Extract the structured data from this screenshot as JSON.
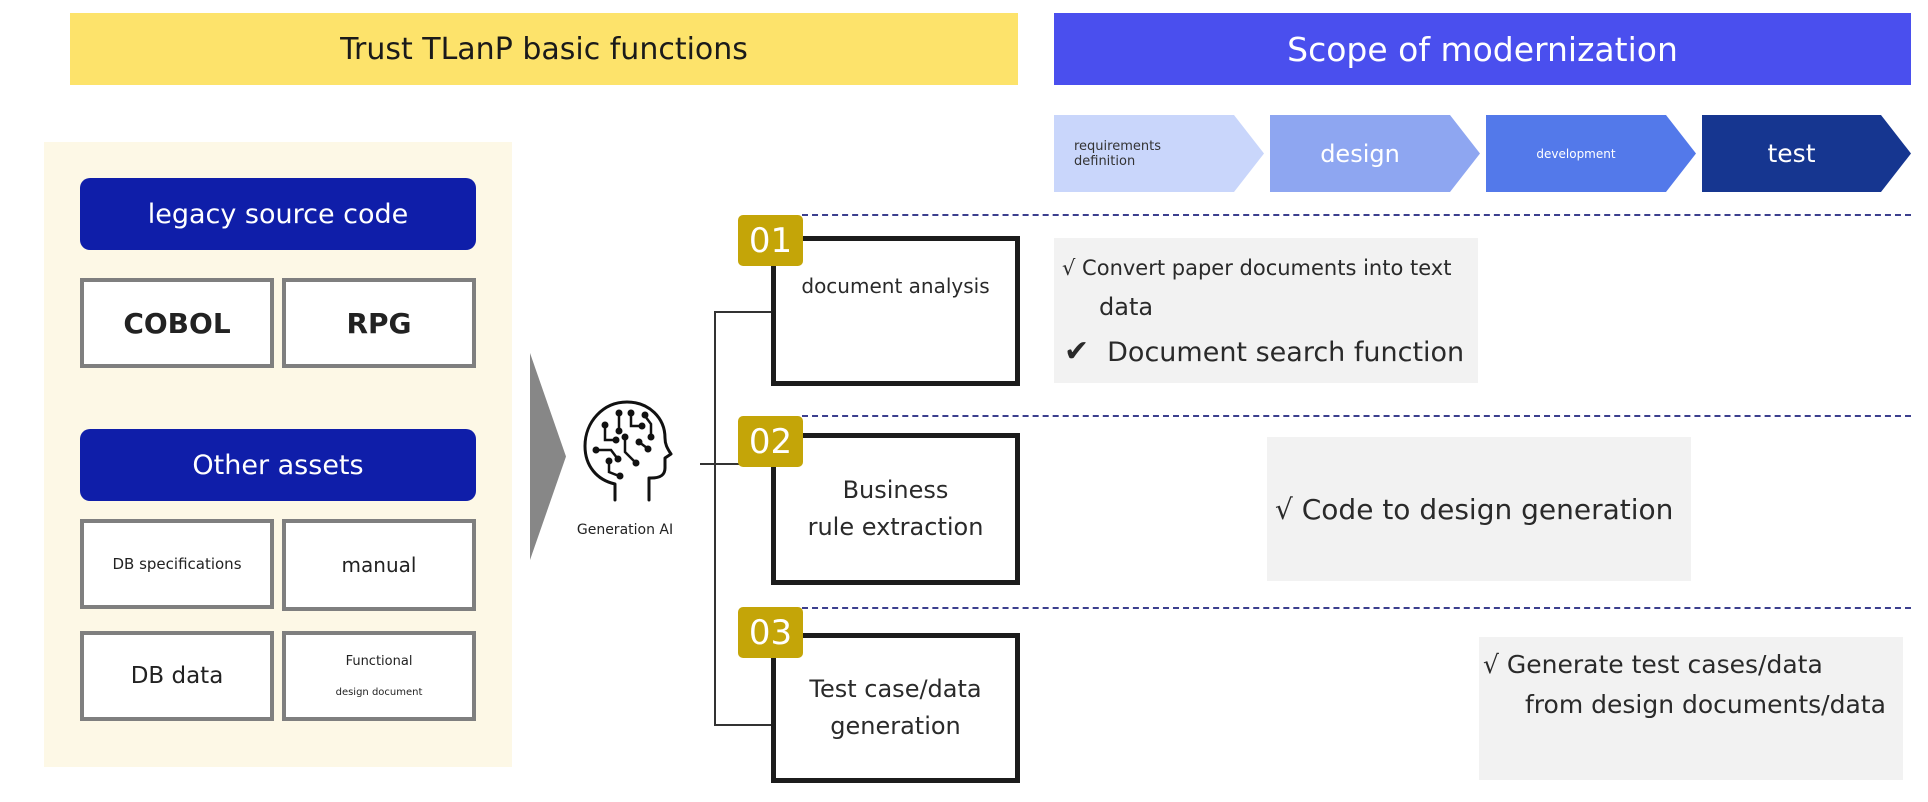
{
  "header": {
    "left_title": "Trust TLanP basic functions",
    "right_title": "Scope of modernization"
  },
  "phases": [
    "requirements definition",
    "design",
    "development",
    "test"
  ],
  "left_panel": {
    "group1_title": "legacy source code",
    "group1_items": [
      "COBOL",
      "RPG"
    ],
    "group2_title": "Other assets",
    "group2_items": [
      "DB specifications",
      "manual",
      "DB data"
    ],
    "functional_doc": [
      "Functional",
      "design document"
    ]
  },
  "ai": {
    "label": "Generation AI",
    "icon": "brain-circuit-icon"
  },
  "steps": [
    {
      "number": "01",
      "lines": [
        "document analysis"
      ]
    },
    {
      "number": "02",
      "lines": [
        "Business",
        "rule extraction"
      ]
    },
    {
      "number": "03",
      "lines": [
        "Test case/data",
        "generation"
      ]
    }
  ],
  "descriptions": {
    "step1": {
      "line1": "√ Convert paper documents into text",
      "line2": "data",
      "line3_check": "✔",
      "line3": "Document search function"
    },
    "step2": {
      "line1": "√ Code to design generation"
    },
    "step3": {
      "line1": "√ Generate test cases/data",
      "line2": "from design documents/data"
    }
  },
  "colors": {
    "yellow_header": "#fde36b",
    "blue_header": "#4a4fee",
    "dark_blue_pill": "#0f1ea9",
    "badge_gold": "#c4a508",
    "panel_cream": "#fdf8e6"
  }
}
